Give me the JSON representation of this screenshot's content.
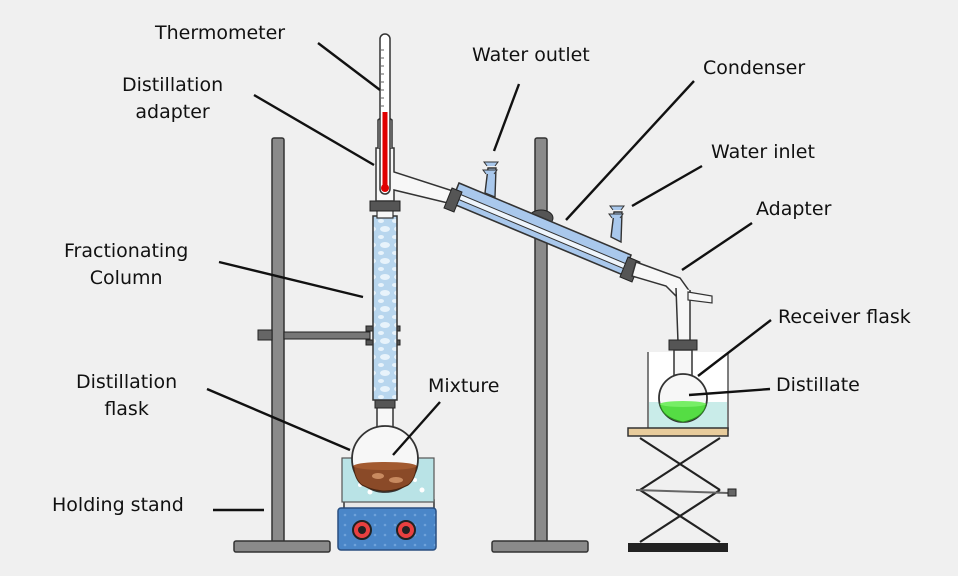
{
  "labels": {
    "thermometer": "Thermometer",
    "distillation_adapter": [
      "Distillation",
      "adapter"
    ],
    "water_outlet": "Water outlet",
    "condenser": "Condenser",
    "water_inlet": "Water inlet",
    "adapter": "Adapter",
    "fractionating_column": [
      "Fractionating",
      "Column"
    ],
    "receiver_flask": "Receiver flask",
    "distillate": "Distillate",
    "distillation_flask": [
      "Distillation",
      "flask"
    ],
    "mixture": "Mixture",
    "holding_stand": "Holding stand"
  },
  "colors": {
    "background": "#f0f0f0",
    "thermometer_liquid": "#e00000",
    "glass": "#f7f7f7",
    "condenser_jacket": "#a9c8ec",
    "column_packing": "#b8d6ee",
    "water_bath": "#b9e3e6",
    "mixture": "#8a4a28",
    "distillate": "#55dd44",
    "hot_plate": "#4a86c8",
    "hot_plate_knob": "#e84040",
    "stand_metal": "#8a8a8a",
    "joint_clip": "#555555",
    "lab_jack_top": "#e8cc9c"
  }
}
